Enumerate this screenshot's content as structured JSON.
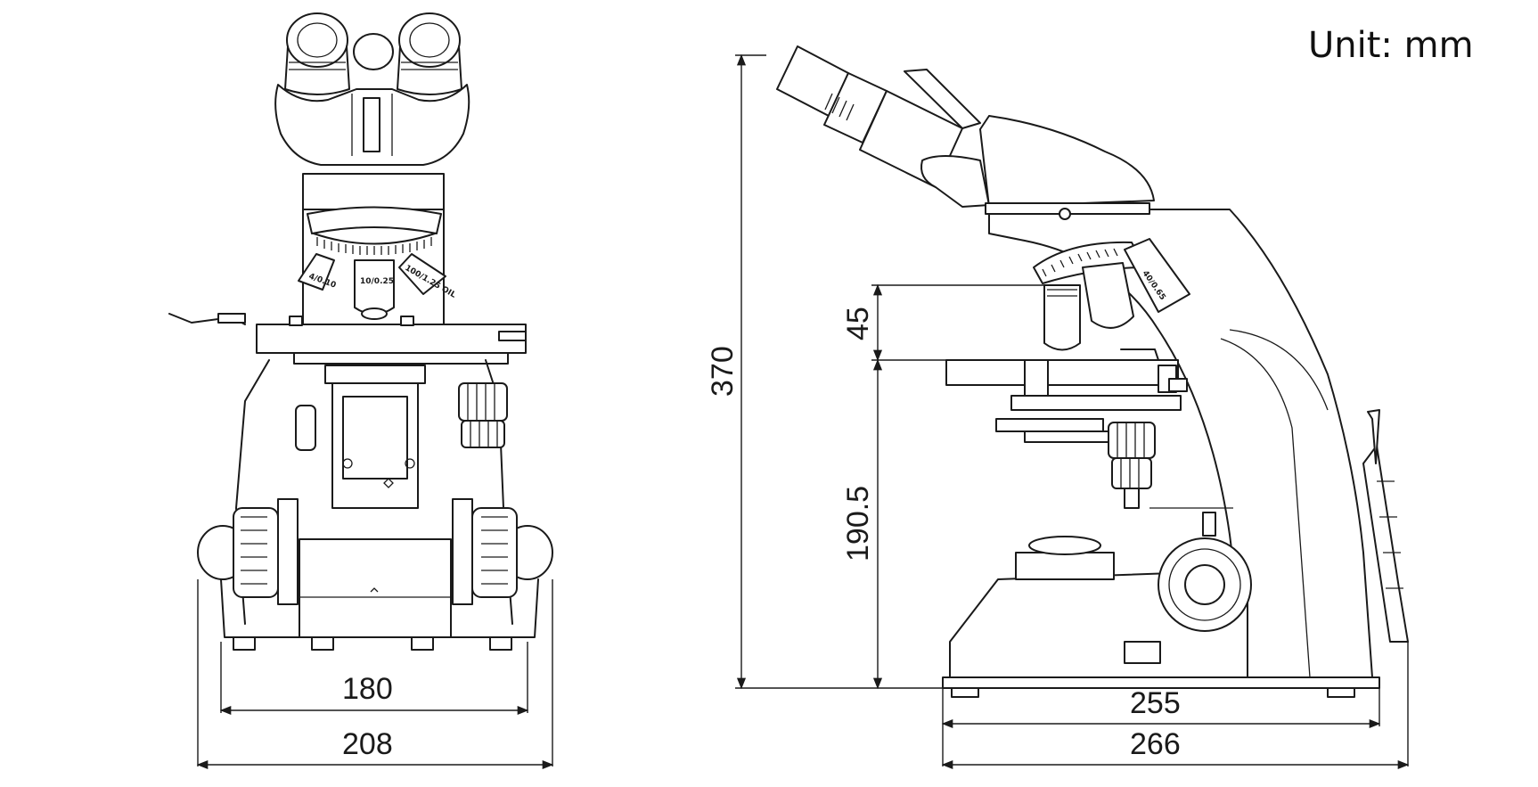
{
  "unit_label": "Unit: mm",
  "front_view": {
    "stage_width_label": "180",
    "base_width_label": "208",
    "objective_labels": [
      "4/0.10",
      "10/0.25",
      "100/1.25 OIL"
    ]
  },
  "side_view": {
    "total_height_label": "370",
    "objective_gap_label": "45",
    "stage_height_label": "190.5",
    "base_depth_label": "255",
    "overall_depth_label": "266",
    "objective_labels": [
      "40/0.65"
    ]
  },
  "colors": {
    "line": "#1a1a1a",
    "background": "#ffffff"
  }
}
